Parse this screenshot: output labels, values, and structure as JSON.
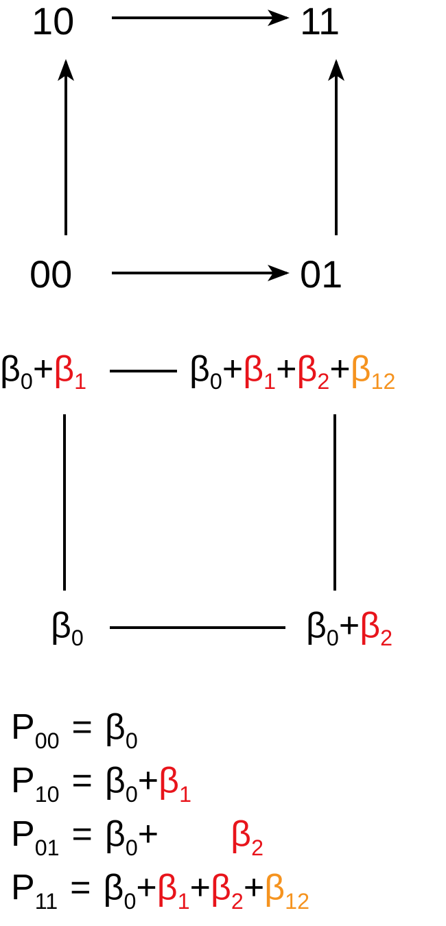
{
  "colors": {
    "black": "#000000",
    "red": "#e8141b",
    "orange": "#f5931f"
  },
  "state_graph": {
    "nodes": {
      "n10": "10",
      "n11": "11",
      "n00": "00",
      "n01": "01"
    }
  },
  "coefficient_graph": {
    "nodes": {
      "top_left": [
        {
          "sym": "β",
          "sub": "0",
          "color": "black"
        },
        {
          "sym": "+",
          "color": "black"
        },
        {
          "sym": "β",
          "sub": "1",
          "color": "red"
        }
      ],
      "top_right": [
        {
          "sym": "β",
          "sub": "0",
          "color": "black"
        },
        {
          "sym": "+",
          "color": "black"
        },
        {
          "sym": "β",
          "sub": "1",
          "color": "red"
        },
        {
          "sym": "+",
          "color": "black"
        },
        {
          "sym": "β",
          "sub": "2",
          "color": "red"
        },
        {
          "sym": "+",
          "color": "black"
        },
        {
          "sym": "β",
          "sub": "12",
          "color": "orange"
        }
      ],
      "bottom_left": [
        {
          "sym": "β",
          "sub": "0",
          "color": "black"
        }
      ],
      "bottom_right": [
        {
          "sym": "β",
          "sub": "0",
          "color": "black"
        },
        {
          "sym": "+",
          "color": "black"
        },
        {
          "sym": "β",
          "sub": "2",
          "color": "red"
        }
      ]
    }
  },
  "equations": [
    {
      "lhs": {
        "sym": "P",
        "sub": "00"
      },
      "eq": "=",
      "rhs": [
        {
          "sym": "β",
          "sub": "0",
          "color": "black"
        }
      ]
    },
    {
      "lhs": {
        "sym": "P",
        "sub": "10"
      },
      "eq": "=",
      "rhs": [
        {
          "sym": "β",
          "sub": "0",
          "color": "black"
        },
        {
          "sym": "+",
          "color": "black"
        },
        {
          "sym": "β",
          "sub": "1",
          "color": "red"
        }
      ]
    },
    {
      "lhs": {
        "sym": "P",
        "sub": "01"
      },
      "eq": "=",
      "rhs": [
        {
          "sym": "β",
          "sub": "0",
          "color": "black"
        },
        {
          "sym": "+",
          "color": "black"
        },
        {
          "sym": "β",
          "sub": "2",
          "color": "red",
          "gap_before": true
        }
      ]
    },
    {
      "lhs": {
        "sym": "P",
        "sub": "11"
      },
      "eq": "=",
      "rhs": [
        {
          "sym": "β",
          "sub": "0",
          "color": "black"
        },
        {
          "sym": "+",
          "color": "black"
        },
        {
          "sym": "β",
          "sub": "1",
          "color": "red"
        },
        {
          "sym": "+",
          "color": "black"
        },
        {
          "sym": "β",
          "sub": "2",
          "color": "red"
        },
        {
          "sym": "+",
          "color": "black"
        },
        {
          "sym": "β",
          "sub": "12",
          "color": "orange"
        }
      ]
    }
  ]
}
